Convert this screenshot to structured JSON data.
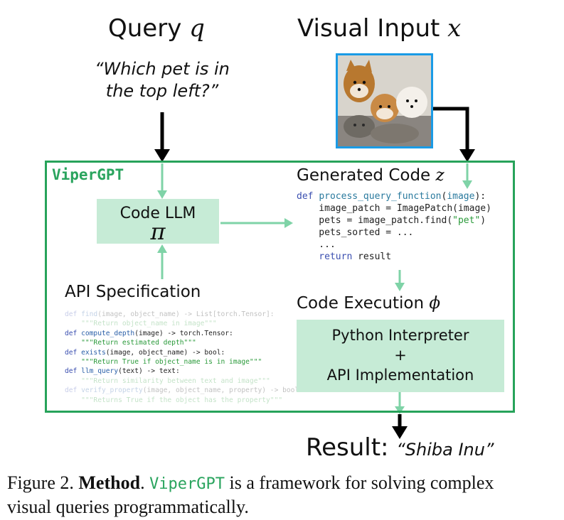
{
  "query": {
    "title": "Query",
    "var": "q",
    "text_line1": "“Which pet is in",
    "text_line2": "the top left?”"
  },
  "visual_input": {
    "title": "Visual Input",
    "var": "x"
  },
  "framework": {
    "name": "ViperGPT"
  },
  "code_llm": {
    "label": "Code LLM",
    "symbol": "π"
  },
  "api_spec": {
    "title": "API Specification",
    "lines": [
      {
        "kw": "def ",
        "fn": "find",
        "rest": "(image, object_name) -> List[torch.Tensor]:",
        "faded": true
      },
      {
        "doc": "    \"\"\"Return object_name in image\"\"\"",
        "faded": true
      },
      {
        "kw": "def ",
        "fn": "compute_depth",
        "rest": "(image) -> torch.Tensor:",
        "faded": false
      },
      {
        "doc": "    \"\"\"Return estimated depth\"\"\"",
        "faded": false
      },
      {
        "kw": "def ",
        "fn": "exists",
        "rest": "(image, object_name) -> bool:",
        "faded": false
      },
      {
        "doc": "    \"\"\"Return True if object_name is in image\"\"\"",
        "faded": false
      },
      {
        "kw": "def ",
        "fn": "llm_query",
        "rest": "(text) -> text:",
        "faded": false
      },
      {
        "doc": "    \"\"\"Return similarity between text and image\"\"\"",
        "faded": true
      },
      {
        "kw": "def ",
        "fn": "verify_property",
        "rest": "(image, object_name, property) -> bool:",
        "faded": true
      },
      {
        "doc": "    \"\"\"Returns True if the object has the property\"\"\"",
        "faded": true
      }
    ]
  },
  "generated_code": {
    "title": "Generated Code",
    "var": "z",
    "def_kw": "def ",
    "func_name": "process_query_function",
    "func_open": "(",
    "func_arg": "image",
    "func_close": "):",
    "line2": "    image_patch = ImagePatch(image)",
    "line3_pre": "    pets = image_patch.find(",
    "line3_str": "\"pet\"",
    "line3_post": ")",
    "line4": "    pets_sorted = ...",
    "line5": "    ...",
    "return_kw": "    return",
    "return_rest": " result"
  },
  "code_execution": {
    "title": "Code Execution",
    "var": "ϕ",
    "line1": "Python Interpreter",
    "line2": "+",
    "line3": "API Implementation"
  },
  "result": {
    "label": "Result:",
    "value": "“Shiba Inu”"
  },
  "caption": {
    "fig": "Figure 2.",
    "bold": "Method",
    "dot": ".",
    "mono": "ViperGPT",
    "text1": " is a framework for solving complex",
    "text2": "visual queries programmatically."
  },
  "colors": {
    "green": "#27a35a",
    "light_green": "#c6ebd6",
    "arrow_green": "#7fd3a7",
    "photo_border": "#1a9be6"
  }
}
